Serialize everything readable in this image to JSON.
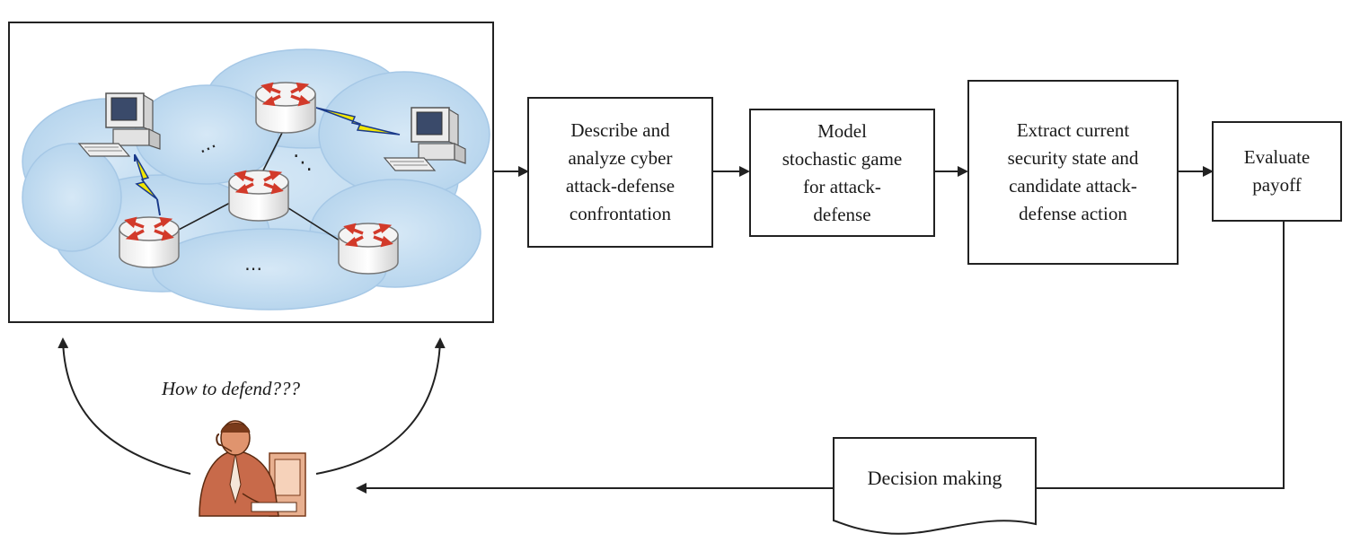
{
  "steps": {
    "describe": "Describe and\nanalyze cyber\nattack-defense\nconfrontation",
    "model": "Model\nstochastic game\nfor attack-\ndefense",
    "extract": "Extract current\nsecurity state and\ncandidate attack-\ndefense action",
    "evaluate": "Evaluate\npayoff",
    "decision": "Decision making"
  },
  "network": {
    "ellipsis_1": "⋯",
    "ellipsis_2": "⋱",
    "ellipsis_3": "⋯"
  },
  "question": "How to defend???",
  "colors": {
    "cloud": "#bcd8ee",
    "cloud_edge": "#a6c8e6",
    "router_arrow": "#d23a2a",
    "lightning": "#f2e600",
    "line": "#222222",
    "person_skin": "#e0946e",
    "person_suit": "#c86a4a"
  }
}
